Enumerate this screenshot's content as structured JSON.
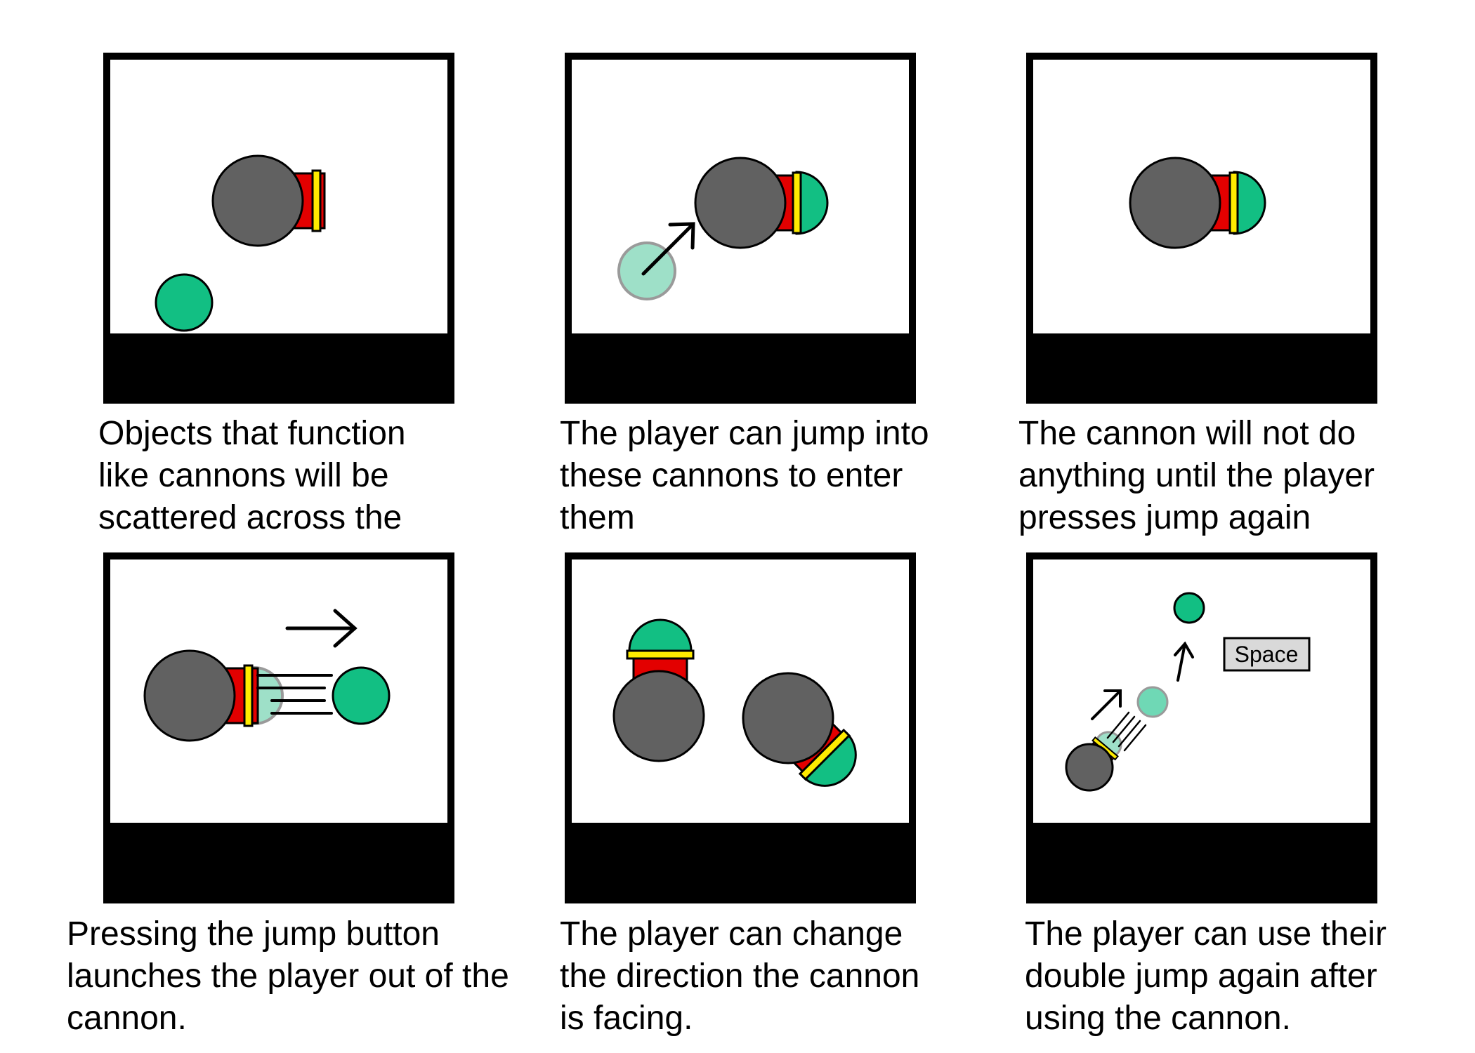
{
  "colors": {
    "cannon_body": "#616161",
    "barrel": "#e30000",
    "rim": "#ffeb00",
    "player": "#12bf83",
    "player_ghost": "#9ee0c8",
    "ground": "#000000",
    "key_fill": "#d9d9d9"
  },
  "panels": [
    {
      "caption": "Objects that function\nlike cannons will be\nscattered across the"
    },
    {
      "caption": "The player can jump into\nthese cannons to enter\nthem"
    },
    {
      "caption": "The cannon will not do\nanything until the player\npresses jump again"
    },
    {
      "caption": "Pressing the jump button\nlaunches the player out of the\ncannon."
    },
    {
      "caption": "The player can change\nthe direction the cannon\nis facing."
    },
    {
      "caption": "The player can use their\ndouble jump again after\nusing the cannon."
    }
  ],
  "key_label": "Space"
}
